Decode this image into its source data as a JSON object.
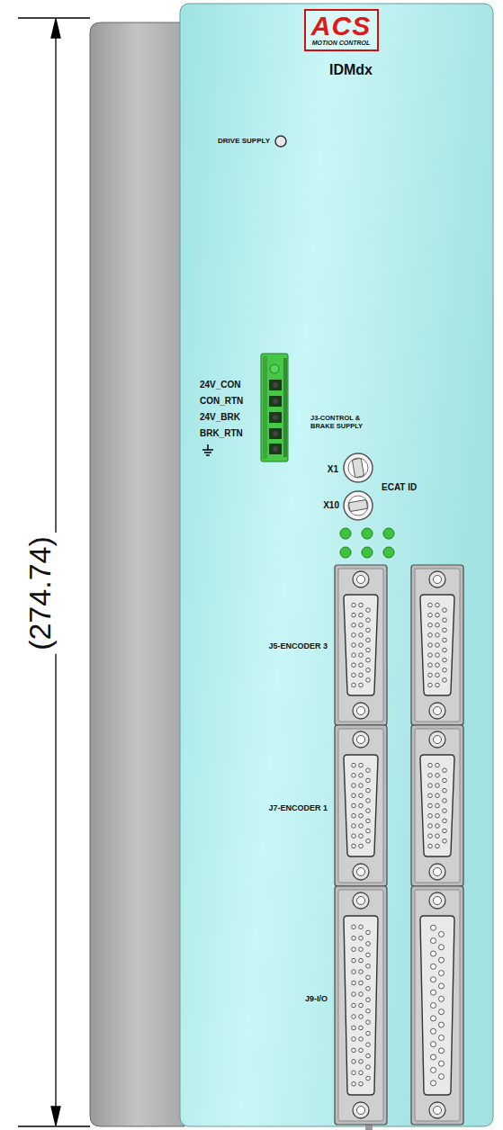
{
  "diagram": {
    "nodes": [
      {
        "text": [
          "ACS",
          "MOTION CONTROL"
        ]
      }
    ],
    "labels": [
      "(274.74)",
      "IDMdx",
      "DRIVE SUPPLY",
      "24V_CON",
      "CON_RTN",
      "24V_BRK",
      "BRK_RTN",
      "J3-CONTROL & BRAKE SUPPLY",
      "X1",
      "X10",
      "ECAT ID",
      "J5-ENCODER 3",
      "J7-ENCODER 1",
      "J9-I/O"
    ]
  }
}
